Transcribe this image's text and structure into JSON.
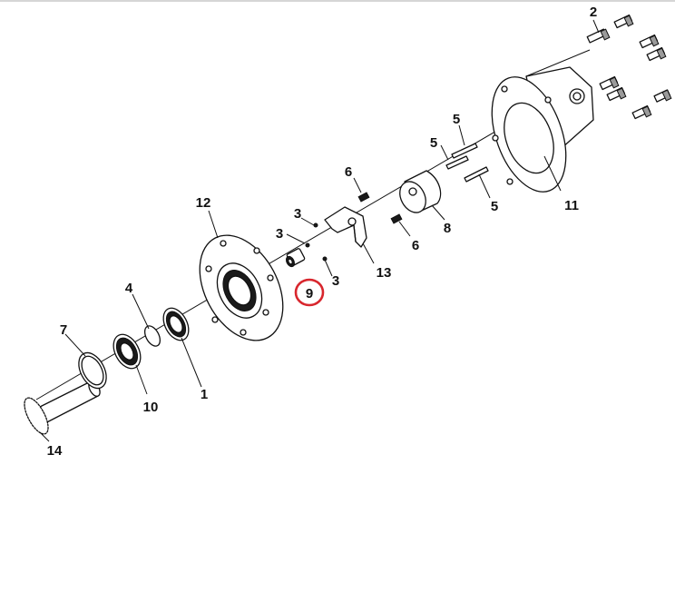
{
  "callouts": {
    "c2": "2",
    "c5a": "5",
    "c5b": "5",
    "c5c": "5",
    "c6a": "6",
    "c6b": "6",
    "c8": "8",
    "c11": "11",
    "c12": "12",
    "c3a": "3",
    "c3b": "3",
    "c3c": "3",
    "c13": "13",
    "c9": "9",
    "c4": "4",
    "c7": "7",
    "c10": "10",
    "c1": "1",
    "c14": "14"
  },
  "highlight": {
    "part": "9",
    "color": "#d8262d"
  }
}
